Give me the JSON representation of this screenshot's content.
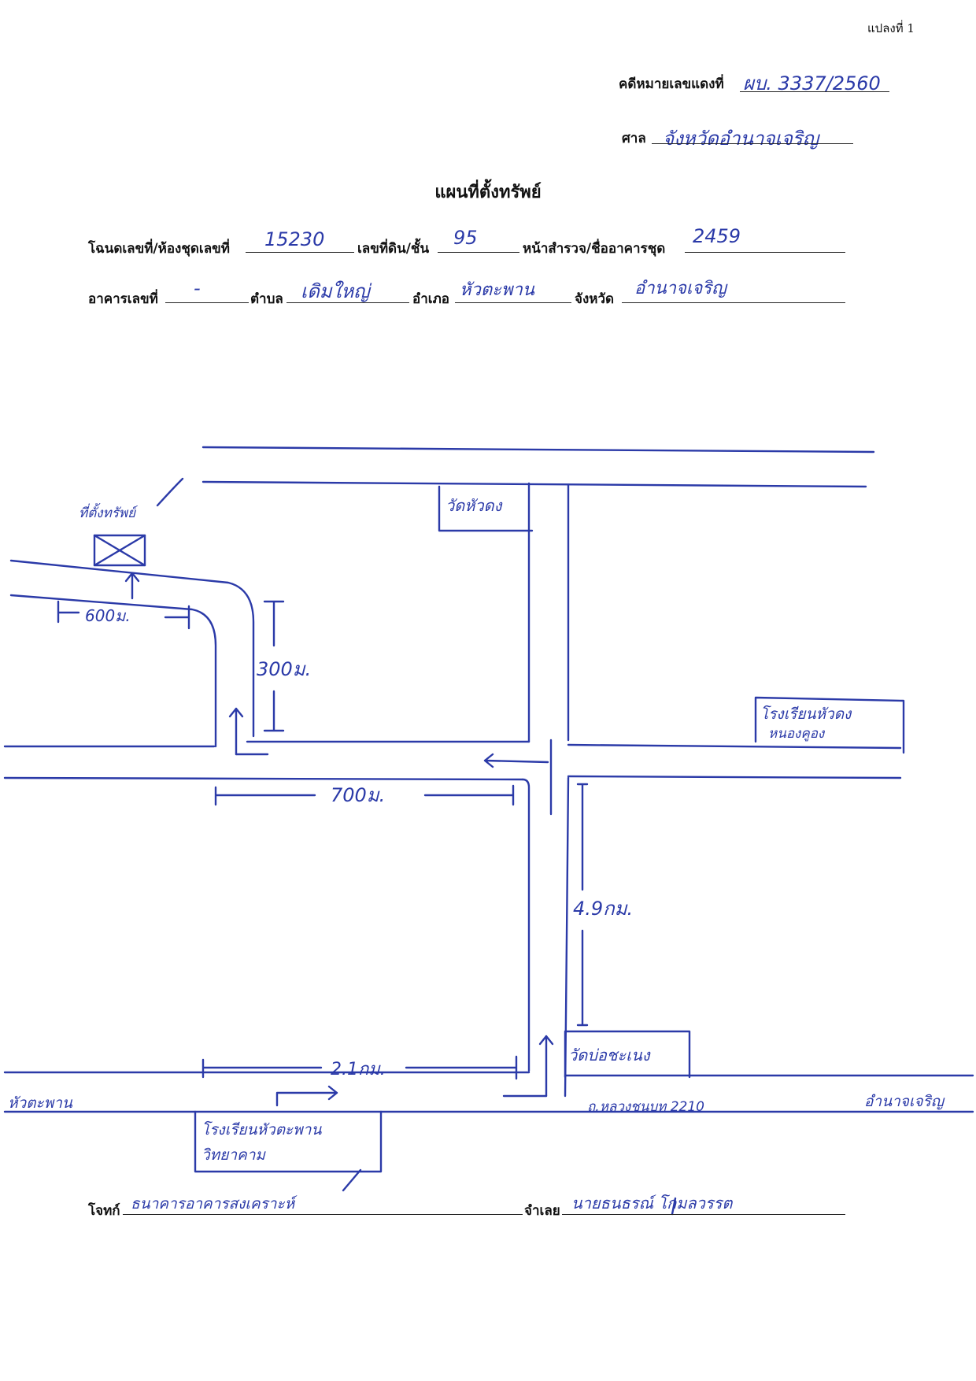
{
  "header": {
    "sheet_label": "แปลงที่ 1",
    "case_label": "คดีหมายเลขแดงที่",
    "case_value": "ผบ. 3337/2560",
    "court_label": "ศาล",
    "court_value": "จังหวัดอำนาจเจริญ"
  },
  "title": "แผนที่ตั้งทรัพย์",
  "form": {
    "deed_label": "โฉนดเลขที่/ห้องชุดเลขที่",
    "deed_value": "15230",
    "land_no_label": "เลขที่ดิน/ชั้น",
    "land_no_value": "95",
    "survey_label": "หน้าสำรวจ/ชื่ออาคารชุด",
    "survey_value": "2459",
    "building_label": "อาคารเลขที่",
    "building_value": "-",
    "subdistrict_label": "ตำบล",
    "subdistrict_value": "เดิมใหญ่",
    "district_label": "อำเภอ",
    "district_value": "หัวตะพาน",
    "province_label": "จังหวัด",
    "province_value": "อำนาจเจริญ"
  },
  "map": {
    "property_label": "ที่ตั้งทรัพย์",
    "temple_1": "วัดหัวดง",
    "school_1_line1": "โรงเรียนหัวดง",
    "school_1_line2": "หนองคูอง",
    "temple_2": "วัดบ่อชะเนง",
    "dist_600": "600ม.",
    "dist_300": "300ม.",
    "dist_700": "700ม.",
    "dist_49": "4.9กม.",
    "dist_21": "2.1กม.",
    "place_left": "หัวตะพาน",
    "highway": "ถ.หลวงชนบท 2210",
    "place_right": "อำนาจเจริญ",
    "school_2_line1": "โรงเรียนหัวตะพาน",
    "school_2_line2": "วิทยาคาม"
  },
  "footer": {
    "plaintiff_label": "โจทก์",
    "plaintiff_value": "ธนาคารอาคารสงเคราะห์",
    "defendant_label": "จำเลย",
    "defendant_value": "นายธนธรณ์ โกมลวรรต"
  }
}
